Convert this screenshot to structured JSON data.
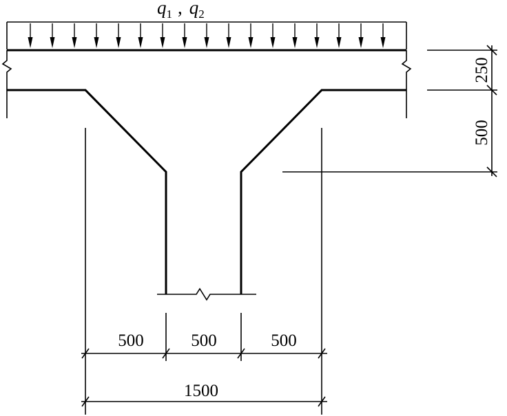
{
  "load": {
    "symbol_q": "q",
    "sub_1": "1",
    "separator": ",",
    "sub_2": "2"
  },
  "dimensions": {
    "slab_thickness": "250",
    "haunch_depth": "500",
    "left_haunch_width": "500",
    "column_width": "500",
    "right_haunch_width": "500",
    "total_width": "1500"
  },
  "arrow_count": 17
}
